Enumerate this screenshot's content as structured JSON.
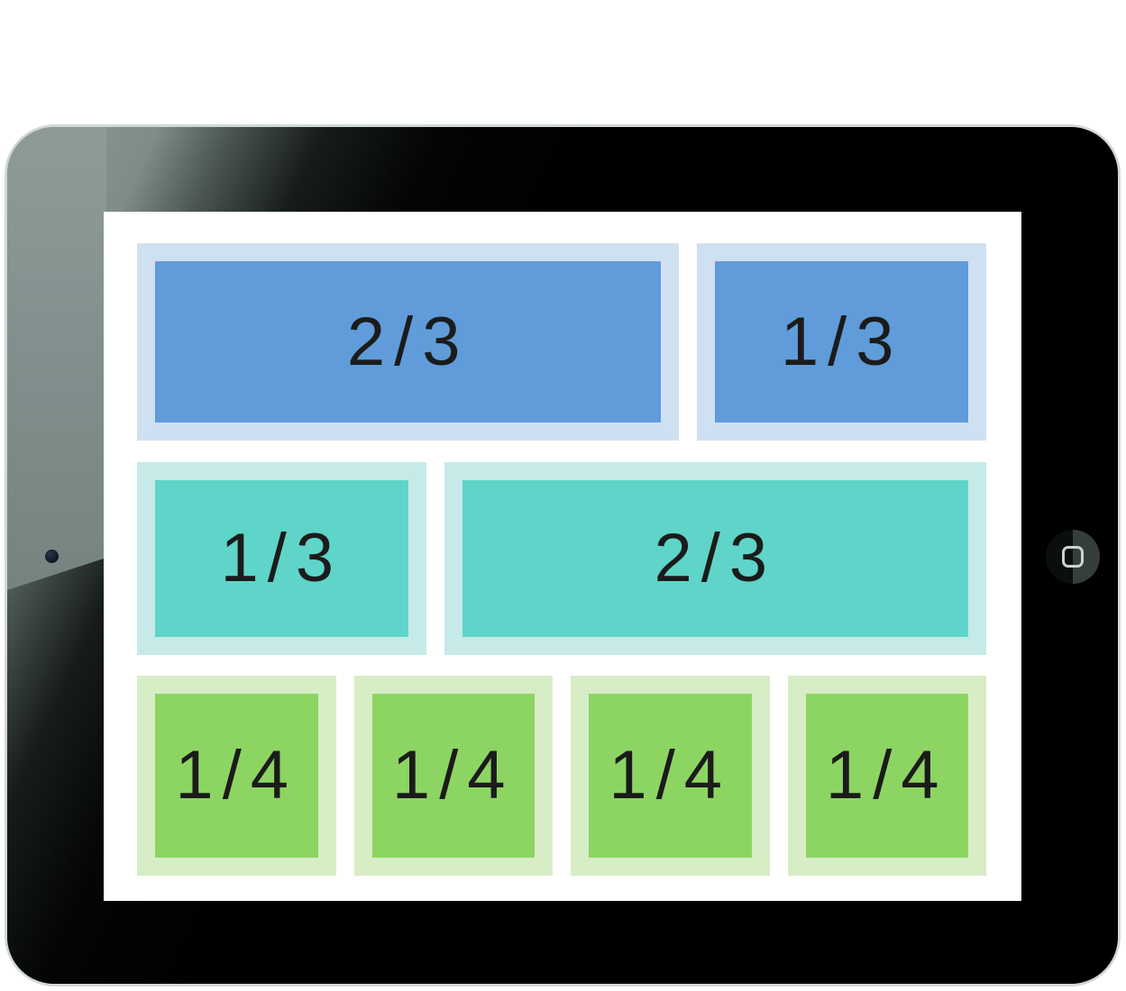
{
  "canvas": {
    "background": "#ffffff"
  },
  "device": {
    "kind": "tablet-illustration",
    "bezel_color": "#020303",
    "bezel_glare_color": "#8e9a98",
    "rim_color": "#d2d8d7",
    "screen_color": "#ffffff",
    "camera_icon": "front-camera-dot",
    "home_button_icon": "home-button-rounded-square",
    "home_button_stroke_color": "#ccd3d2"
  },
  "layout_grid": {
    "label_color": "#1b1b1b",
    "rows": [
      {
        "name": "thirds-row-blue",
        "outer_color": "#cfe0f2",
        "inner_color": "#5f9cd9",
        "cells": [
          {
            "label": "2/3",
            "span": 2
          },
          {
            "label": "1/3",
            "span": 1
          }
        ]
      },
      {
        "name": "thirds-row-teal",
        "outer_color": "#c5eae8",
        "inner_color": "#5ed5c8",
        "cells": [
          {
            "label": "1/3",
            "span": 1
          },
          {
            "label": "2/3",
            "span": 2
          }
        ]
      },
      {
        "name": "quarters-row-green",
        "outer_color": "#d7edc6",
        "inner_color": "#8dd563",
        "cells": [
          {
            "label": "1/4",
            "span": 1
          },
          {
            "label": "1/4",
            "span": 1
          },
          {
            "label": "1/4",
            "span": 1
          },
          {
            "label": "1/4",
            "span": 1
          }
        ]
      }
    ]
  }
}
